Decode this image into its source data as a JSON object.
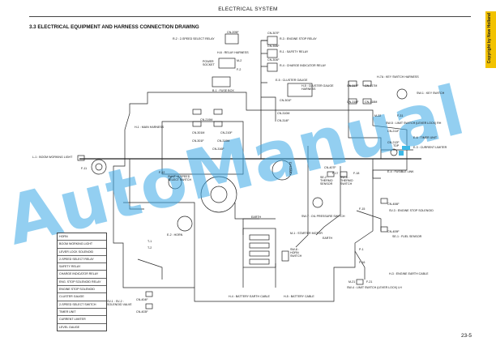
{
  "header": {
    "title": "ELECTRICAL SYSTEM",
    "section": "3.3  ELECTRICAL EQUIPMENT AND HARNESS CONNECTION DRAWING",
    "side_tab": "Copyright by New Holland",
    "page_number": "23-5"
  },
  "watermark": "AutoManual",
  "labels": {
    "cn205f": "CN-205F",
    "cn307f": "CN-307F",
    "cn308f": "CN-308F",
    "cn304f": "CN-304F",
    "r2": "R-2 : 2-SPEED SELECT RELAY",
    "r3": "R-3 : ENGINE STOP RELAY",
    "r1": "R-1 : SAFETY RELAY",
    "r4": "R-4 : CHARGE INDICATOR RELAY",
    "h6relay": "H-6 : RELAY HARNESS",
    "power_socket": "POWER SOCKET",
    "m2": "M-2",
    "f2": "F-2",
    "fuse_box": "B-1 : FUSE BOX",
    "cluster_gauge": "E-5 : CLUSTER GAUGE",
    "cluster_harness": "H-5 : CLUSTER GAUGE HARNESS",
    "cn301f": "CN-301F",
    "cn310m": "CN-310M",
    "cn314f": "CN-314F",
    "h7a": "H-7A : KEY SWITCH HARNESS",
    "cn317f": "CN-317F",
    "cn317m": "CN-317M",
    "cn318f": "CN-318F",
    "cn318m": "CN-318M",
    "key_switch": "SW-1 : KEY SWITCH",
    "m22": "M-22",
    "f31": "F-31",
    "sw5": "SW-5 : LIMIT SWITCH (LEVER LOCK) RH",
    "cn211f": "CN-211F",
    "cn212f": "CN-212F",
    "timer": "E-6 : TIMER UNIT",
    "tdp": "TDP",
    "current_limiter": "E-3 : CURRENT LIMITER",
    "h1": "H-1 : MAIN HARNESS",
    "cn219m": "CN-219M",
    "cn301m": "CN-301M",
    "cn210f": "CN-210F",
    "cn301fb": "CN-301F",
    "cn319m": "CN-319M",
    "cn316f": "CN-316F",
    "l1": "L-1 : BOOM WORKING LIGHT",
    "f11": "F-11",
    "f12": "F-12",
    "sw2": "SW-2 : 2-SPEED SELECT SWITCH",
    "cn407f": "CN-407F",
    "dynamo": "DYNAMO",
    "fusible": "E-4 : FUSIBLE LINK",
    "se2": "SE-2 : THERMO SENSOR",
    "sw6t": "SW-6 : THERMO SWITCH",
    "f17": "F-17",
    "f18": "F-18",
    "cn406f": "CN-406F",
    "sv3": "SV-3 : ENGINE STOP SOLENOID",
    "f15": "F-15",
    "earth": "EARTH",
    "oil_sw": "SW-7 : OIL PRESSURE SWITCH",
    "horn": "E-2 : HORN",
    "t1": "T-1",
    "t2": "T-2",
    "starter": "M-1 : STARTER MOTOR",
    "earth2": "EARTH",
    "cn409f": "CN-409F",
    "fuel_sensor": "SE-1 : FUEL SENSOR",
    "sw8": "SW-8 : HORN SWITCH",
    "p1": "P-1",
    "f16": "F-16",
    "engine_earth": "H-3 : ENGINE EARTH CABLE",
    "m21": "M-21",
    "f21": "F-21",
    "sw4": "SW-4 : LIMIT SWITCH (LEVER LOCK) LH",
    "battery_earth": "H-4 : BATTERY EARTH CABLE",
    "battery_cable": "H-5 : BATTERY CABLE",
    "cn404f": "CN-404F",
    "cn403f": "CN-403F",
    "sv1": "SV-1 : SV-2 : SOLENOID VALVE"
  },
  "legend": [
    "HORN",
    "BOOM WORKING LIGHT",
    "LEVER LOCK SOLENOID",
    "2-SPEED SELECT RELAY",
    "SAFETY RELAY",
    "CHARGE INDICATOR RELAY",
    "ENG. STOP SOLENOID RELAY",
    "ENGINE STOP SOLENOID",
    "CLUSTER GAUGE",
    "2-SPEED SELECT SWITCH",
    "TIMER UNIT",
    "CURRENT LIMITER",
    "LEVEL GAUGE"
  ]
}
